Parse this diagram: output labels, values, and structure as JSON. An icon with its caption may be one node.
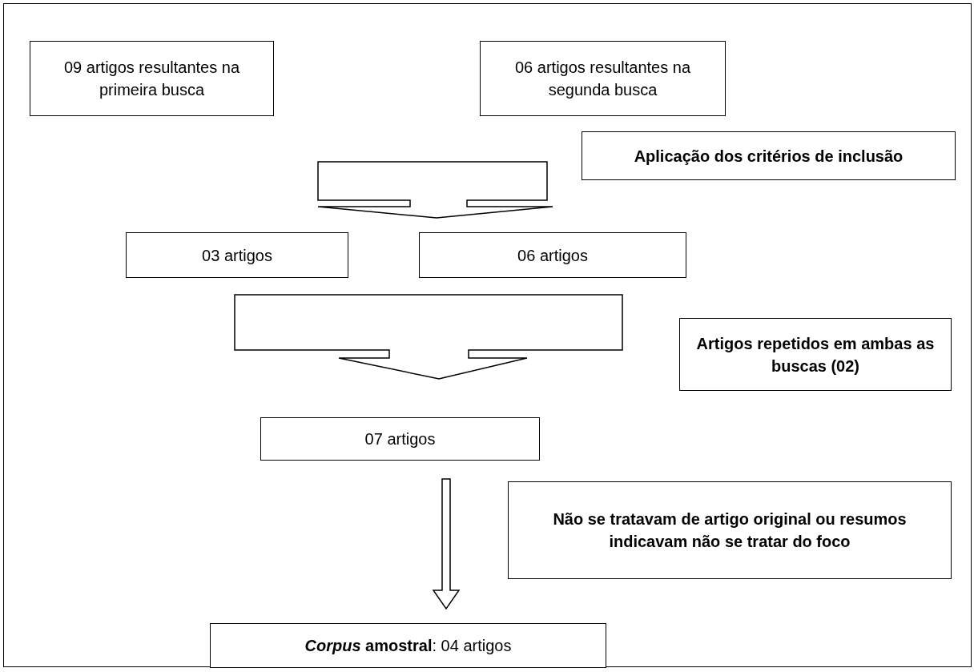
{
  "diagram": {
    "nodes": [
      {
        "text": [
          "09 artigos resultantes na primeira busca"
        ]
      },
      {
        "text": [
          "06 artigos resultantes na segunda busca"
        ]
      },
      {
        "text": [
          "Aplicação dos critérios de inclusão"
        ]
      },
      {
        "text": [
          "03 artigos"
        ]
      },
      {
        "text": [
          "06 artigos"
        ]
      },
      {
        "text": [
          "Artigos repetidos em ambas as buscas (02)"
        ]
      },
      {
        "text": [
          "07 artigos"
        ]
      },
      {
        "text": [
          "Não se tratavam de artigo original ou resumos indicavam não se tratar do foco"
        ]
      },
      {
        "text": [
          "***Corpus* amostral**: 04 artigos"
        ]
      }
    ],
    "edges": [
      {
        "from": 0,
        "to": 3,
        "arrow": "to"
      },
      {
        "from": 1,
        "to": 4,
        "arrow": "to"
      },
      {
        "from": 3,
        "to": 6,
        "arrow": "to"
      },
      {
        "from": 4,
        "to": 6,
        "arrow": "to"
      },
      {
        "from": 6,
        "to": 8,
        "arrow": "to"
      }
    ]
  }
}
